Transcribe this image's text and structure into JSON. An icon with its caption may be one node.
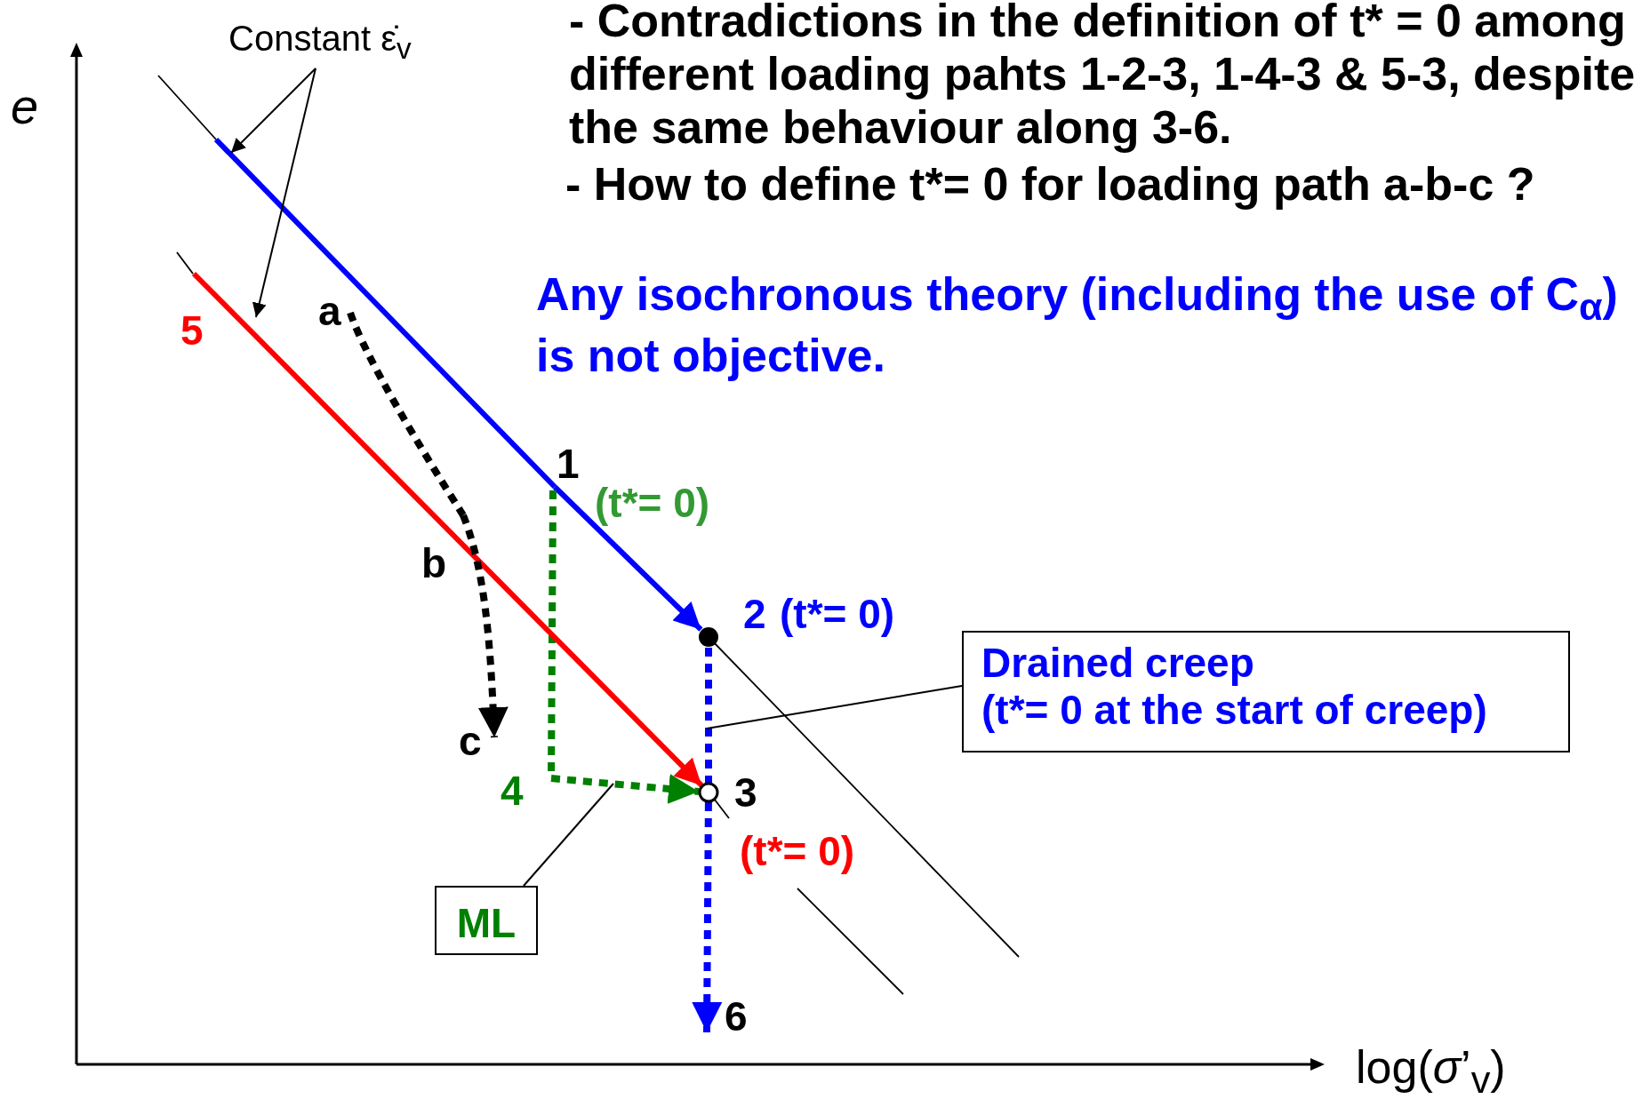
{
  "diagram": {
    "nodes": [
      {
        "text": [
          "1"
        ],
        "beside": [
          "(t*= 0)"
        ]
      },
      {
        "text": [
          "2"
        ],
        "beside": [
          "(t*= 0)"
        ]
      },
      {
        "text": [
          "3"
        ],
        "beside": [
          "(t*= 0)"
        ]
      },
      {
        "text": [
          "4"
        ]
      },
      {
        "text": [
          "5"
        ]
      },
      {
        "text": [
          "6"
        ]
      },
      {
        "text": [
          "a"
        ]
      },
      {
        "text": [
          "b"
        ]
      },
      {
        "text": [
          "c"
        ]
      },
      {
        "text": [
          "Constant ε̇$_{v}$"
        ]
      },
      {
        "text": [
          "Drained creep",
          "(t*= 0 at the start of creep)"
        ]
      },
      {
        "text": [
          "ML"
        ]
      }
    ],
    "edges": [
      {
        "from": null,
        "to": 0,
        "arrow": "none",
        "color": "#0000ff"
      },
      {
        "from": 0,
        "to": 1,
        "arrow": "to",
        "color": "#0000ff"
      },
      {
        "from": 1,
        "to": 2,
        "arrow": "none",
        "style": "dashed",
        "color": "#0000ff"
      },
      {
        "from": 2,
        "to": 5,
        "arrow": "to",
        "style": "dashed",
        "color": "#0000ff"
      },
      {
        "from": 0,
        "to": 3,
        "arrow": "none",
        "style": "dashed",
        "color": "#008000"
      },
      {
        "from": 3,
        "to": 2,
        "arrow": "to",
        "style": "dashed",
        "color": "#008000"
      },
      {
        "from": 4,
        "to": 2,
        "arrow": "to",
        "color": "#ff0000"
      },
      {
        "from": 6,
        "to": 7,
        "arrow": "none",
        "style": "dashed"
      },
      {
        "from": 7,
        "to": 8,
        "arrow": "to",
        "style": "dashed"
      },
      {
        "from": 9,
        "to": null,
        "arrow": "to"
      },
      {
        "from": 9,
        "to": 4,
        "arrow": "to"
      },
      {
        "from": 10,
        "to": null,
        "arrow": "none"
      },
      {
        "from": 11,
        "to": null,
        "arrow": "none"
      }
    ],
    "labels": [
      "- Contradictions in the definition of t* = 0 among different loading pahts 1-2-3, 1-4-3 & 5-3, despite the same behaviour along 3-6.",
      "- How to define t*= 0 for loading path a-b-c ?",
      "Any isochronous theory (including the use of C$_{α}$) is not objective.",
      "e",
      "log(*σ*’$_{v}$)"
    ]
  }
}
